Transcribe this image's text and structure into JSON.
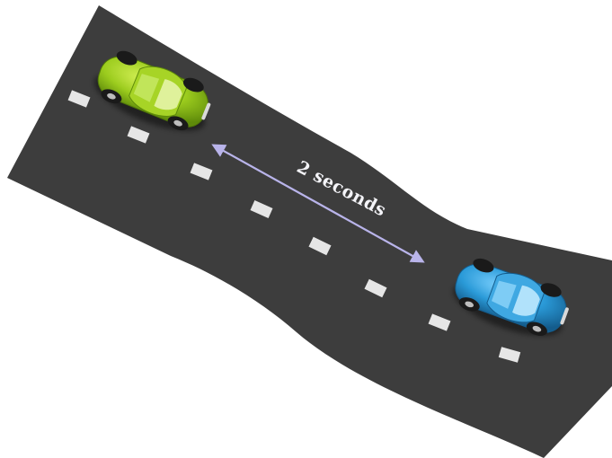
{
  "colors": {
    "background": "#ffffff",
    "road": "#3d3d3d",
    "lane_marking": "#e6e6e6",
    "arrow": "#b9b4ea",
    "label": "#f4f4f8",
    "car_green": "#9ccc1e",
    "car_blue": "#2a9ad8"
  },
  "diagram": {
    "distance_label": "2 seconds",
    "vehicles": [
      {
        "name": "green-car",
        "color": "#9ccc1e"
      },
      {
        "name": "blue-car",
        "color": "#2a9ad8"
      }
    ]
  }
}
